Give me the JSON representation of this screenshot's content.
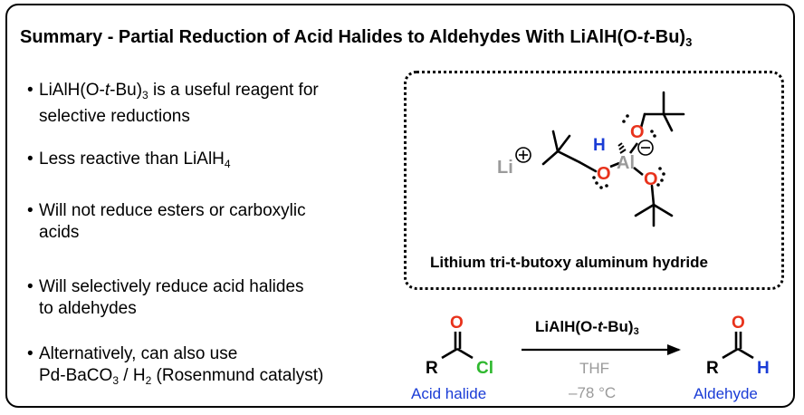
{
  "title": {
    "main": "Summary - Partial Reduction of Acid Halides to Aldehydes With LiAlH(O-",
    "italic": "t",
    "after": "-Bu)",
    "sub": "3"
  },
  "bullets": [
    {
      "pre": "LiAlH(O-",
      "italic": "t",
      "mid": "-Bu)",
      "sub": "3",
      "post": " is a useful reagent for",
      "line2": "selective reductions"
    },
    {
      "pre": "Less reactive than LiAlH",
      "sub": "4"
    },
    {
      "line1": "Will not reduce esters or carboxylic",
      "line2": "acids"
    },
    {
      "line1": "Will selectively reduce acid halides",
      "line2": "to aldehydes"
    },
    {
      "line1": "Alternatively, can also use",
      "l2a": "Pd-BaCO",
      "l2sub1": "3",
      "l2b": " / H",
      "l2sub2": "2",
      "l2c": " (Rosenmund catalyst)"
    }
  ],
  "structure": {
    "caption": "Lithium tri-t-butoxy aluminum hydride",
    "li": "Li",
    "al": "Al",
    "h": "H",
    "o": "O",
    "plus": "+",
    "minus": "−"
  },
  "reaction": {
    "reagent_pre": "LiAlH(O-",
    "reagent_italic": "t",
    "reagent_mid": "-Bu)",
    "reagent_sub": "3",
    "solvent": "THF",
    "temperature": "–78 °C",
    "reactant_label": "Acid halide",
    "product_label": "Aldehyde",
    "r": "R",
    "cl": "Cl",
    "o": "O",
    "h": "H"
  },
  "colors": {
    "oxygen": "#e8321b",
    "hydrogen": "#1a3cd6",
    "chlorine": "#2fb82f",
    "aluminum_lithium": "#9a9a9a",
    "label_blue": "#1a3cd6"
  }
}
